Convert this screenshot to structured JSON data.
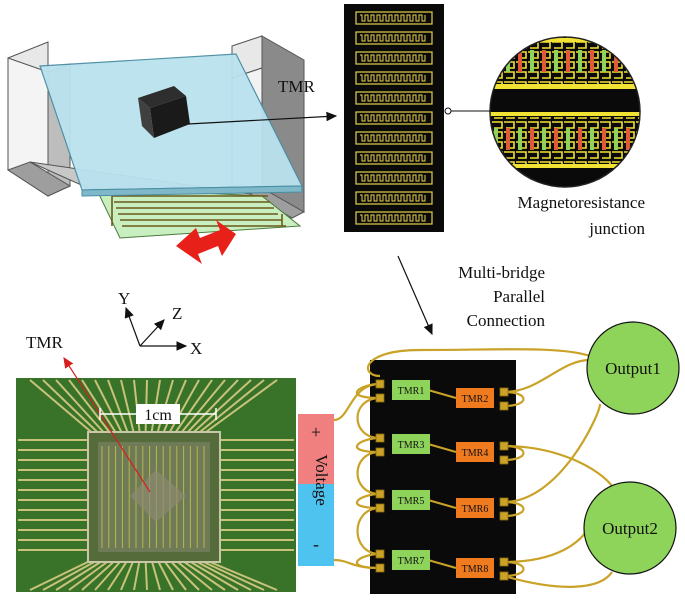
{
  "labels": {
    "tmr_top": "TMR",
    "mr_junction_line1": "Magnetoresistance",
    "mr_junction_line2": "junction",
    "multibridge_line1": "Multi-bridge",
    "multibridge_line2": "Parallel",
    "multibridge_line3": "Connection",
    "axis_y": "Y",
    "axis_z": "Z",
    "axis_x": "X",
    "tmr_photo": "TMR",
    "scale": "1cm",
    "voltage_plus": "+",
    "voltage_word": "Voltage",
    "voltage_minus": "-",
    "output1": "Output1",
    "output2": "Output2"
  },
  "bridges": [
    {
      "left": "TMR1",
      "right": "TMR2"
    },
    {
      "left": "TMR3",
      "right": "TMR4"
    },
    {
      "left": "TMR5",
      "right": "TMR6"
    },
    {
      "left": "TMR7",
      "right": "TMR8"
    }
  ],
  "colors": {
    "tmr_left": "#8fd45a",
    "tmr_right": "#f07a1e",
    "board": "#0a0a0a",
    "wire": "#c9a227",
    "output_fill": "#8fd45a",
    "voltage_plus_bg": "#f08080",
    "voltage_minus_bg": "#4fc3f0",
    "pcb_green": "#3f7a2e",
    "chip_trace": "#d9d24a",
    "arrow_red": "#e8201a"
  },
  "icons": [
    "mount-3d-illustration",
    "magnet-block",
    "double-arrow-icon",
    "axes-icon",
    "junction-zoom-circle",
    "pcb-photo"
  ]
}
